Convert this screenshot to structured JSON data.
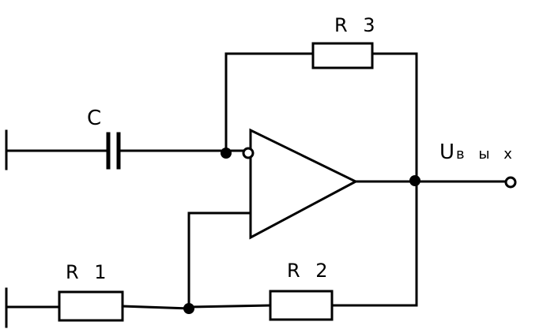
{
  "labels": {
    "capacitor": "C",
    "r1": "R 1",
    "r2": "R 2",
    "r3": "R 3",
    "output_main": "U",
    "output_sub": "в ы х"
  }
}
